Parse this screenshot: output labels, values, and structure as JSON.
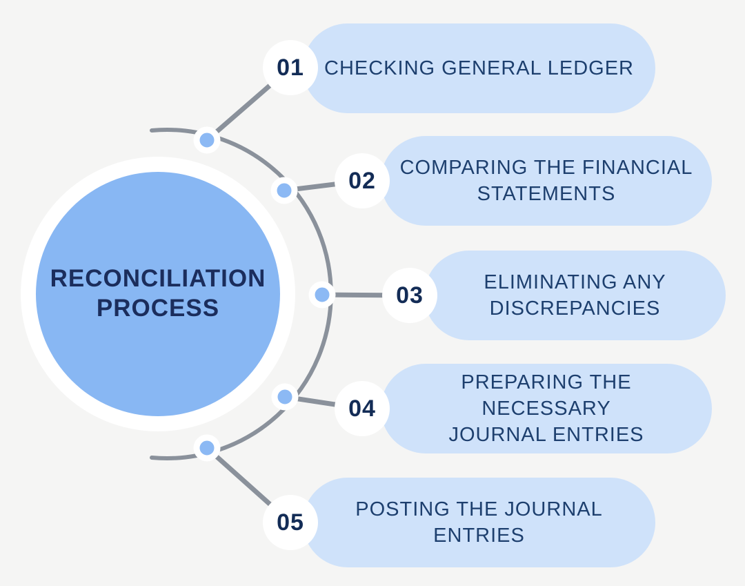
{
  "title": "RECONCILIATION\nPROCESS",
  "steps": [
    {
      "number": "01",
      "label": "CHECKING GENERAL LEDGER"
    },
    {
      "number": "02",
      "label": "COMPARING THE FINANCIAL\nSTATEMENTS"
    },
    {
      "number": "03",
      "label": "ELIMINATING ANY\nDISCREPANCIES"
    },
    {
      "number": "04",
      "label": "PREPARING THE NECESSARY\nJOURNAL ENTRIES"
    },
    {
      "number": "05",
      "label": "POSTING THE JOURNAL ENTRIES"
    }
  ],
  "colors": {
    "background": "#f5f5f4",
    "pill_fill": "#cfe2fa",
    "central_circle_fill": "#88b7f3",
    "central_ring": "#ffffff",
    "dot_fill": "#8cb9f4",
    "connector_gray": "#8a919b",
    "title_text": "#1b2d5c",
    "pill_text": "#1d3f6e",
    "number_text": "#132c56"
  }
}
